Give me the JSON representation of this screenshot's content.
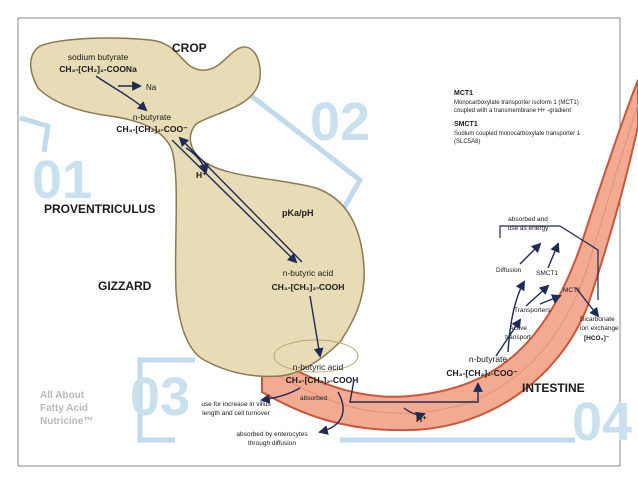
{
  "sections": {
    "s01": "01",
    "s02": "02",
    "s03": "03",
    "s04": "04"
  },
  "organs": {
    "crop": "CROP",
    "proventriculus": "PROVENTRICULUS",
    "gizzard": "GIZZARD",
    "intestine": "INTESTINE"
  },
  "crop_labels": {
    "sodium_butyrate": "sodium butyrate",
    "sodium_butyrate_formula": "CH₃-[CH₂]₂-COONa",
    "na": "Na",
    "n_butyrate": "n-butyrate",
    "n_butyrate_formula": "CH₃-[CH₂]₂-COO⁻",
    "h_plus": "H⁺"
  },
  "gizzard_labels": {
    "pka_ph": "pKa/pH",
    "acid": "n-butyric acid",
    "acid_formula": "CH₃-[CH₂]₂-COOH"
  },
  "intestine_labels": {
    "acid": "n-butyric acid",
    "acid_formula": "CH₃-[CH₂]₂-COOH",
    "absorbed": "absorbed",
    "villus": [
      "use for increase in villus",
      "length and cell turnover"
    ],
    "enterocytes": [
      "absorbed by enterocytes",
      "through diffusion"
    ],
    "h_plus": "H⁺",
    "n_butyrate": "n-butyrate",
    "n_butyrate_formula": "CH₃-[CH₂]₂-COO⁻",
    "active_transport": [
      "Active",
      "transport"
    ],
    "transporters": "Transporters",
    "smct1": "SMCT1",
    "mct1": "MCT1",
    "diffusion": "Diffusion",
    "energy": [
      "absorbed and",
      "use as energy"
    ],
    "bicarbonate": [
      "Bicarbonate",
      "ion exchange",
      "[HCO₃]⁻"
    ]
  },
  "legend": {
    "mct1_title": "MCT1",
    "mct1_desc": [
      "Monocarboxylate transporter isoform 1 (MCT1)",
      "coupled with a transmembrane H+ -gradient"
    ],
    "smct1_title": "SMCT1",
    "smct1_desc": [
      "Sodium coupled monocarboxylate transporter 1",
      "(SLC5A8)"
    ]
  },
  "brand": [
    "All About",
    "Fatty Acid",
    "Nutricine™"
  ],
  "colors": {
    "organ_fill": "#e7dcb6",
    "organ_stroke": "#8a7a50",
    "intestine_fill": "#f3aa92",
    "intestine_stroke": "#c9573b",
    "section_blue": "#bfdaea",
    "arrow": "#1f2a55"
  }
}
